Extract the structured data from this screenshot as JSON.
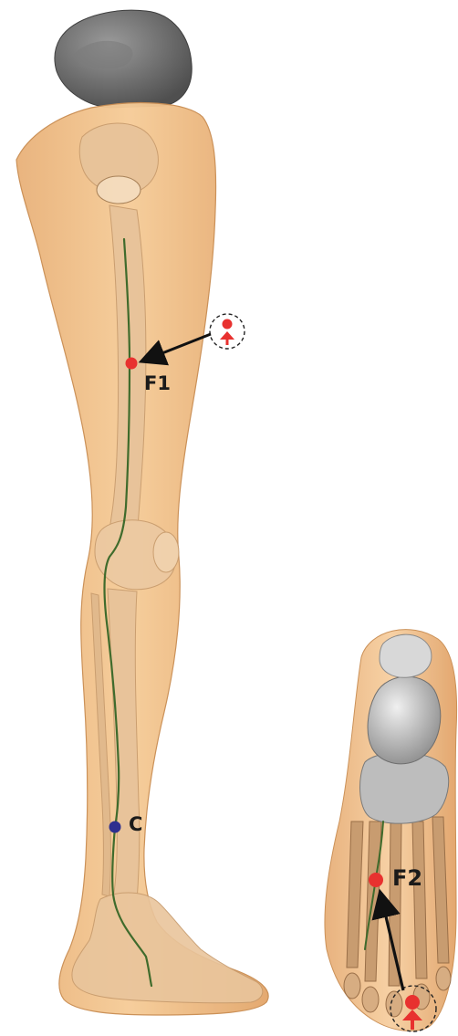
{
  "labels": {
    "f1": "F1",
    "c": "C",
    "f2": "F2"
  },
  "colors": {
    "skin": "#f2c08a",
    "skin_dark": "#d99e62",
    "bone": "#e8c9a3",
    "bone_shade": "#c9a27a",
    "pelvis_gray": "#6b6b6b",
    "nerve_green": "#3f6b2c",
    "point_red": "#e8312f",
    "point_blue": "#2e2f8f",
    "arrow": "#111111"
  },
  "icons": {
    "needle_marker": "dashed-circle-pin-icon"
  }
}
